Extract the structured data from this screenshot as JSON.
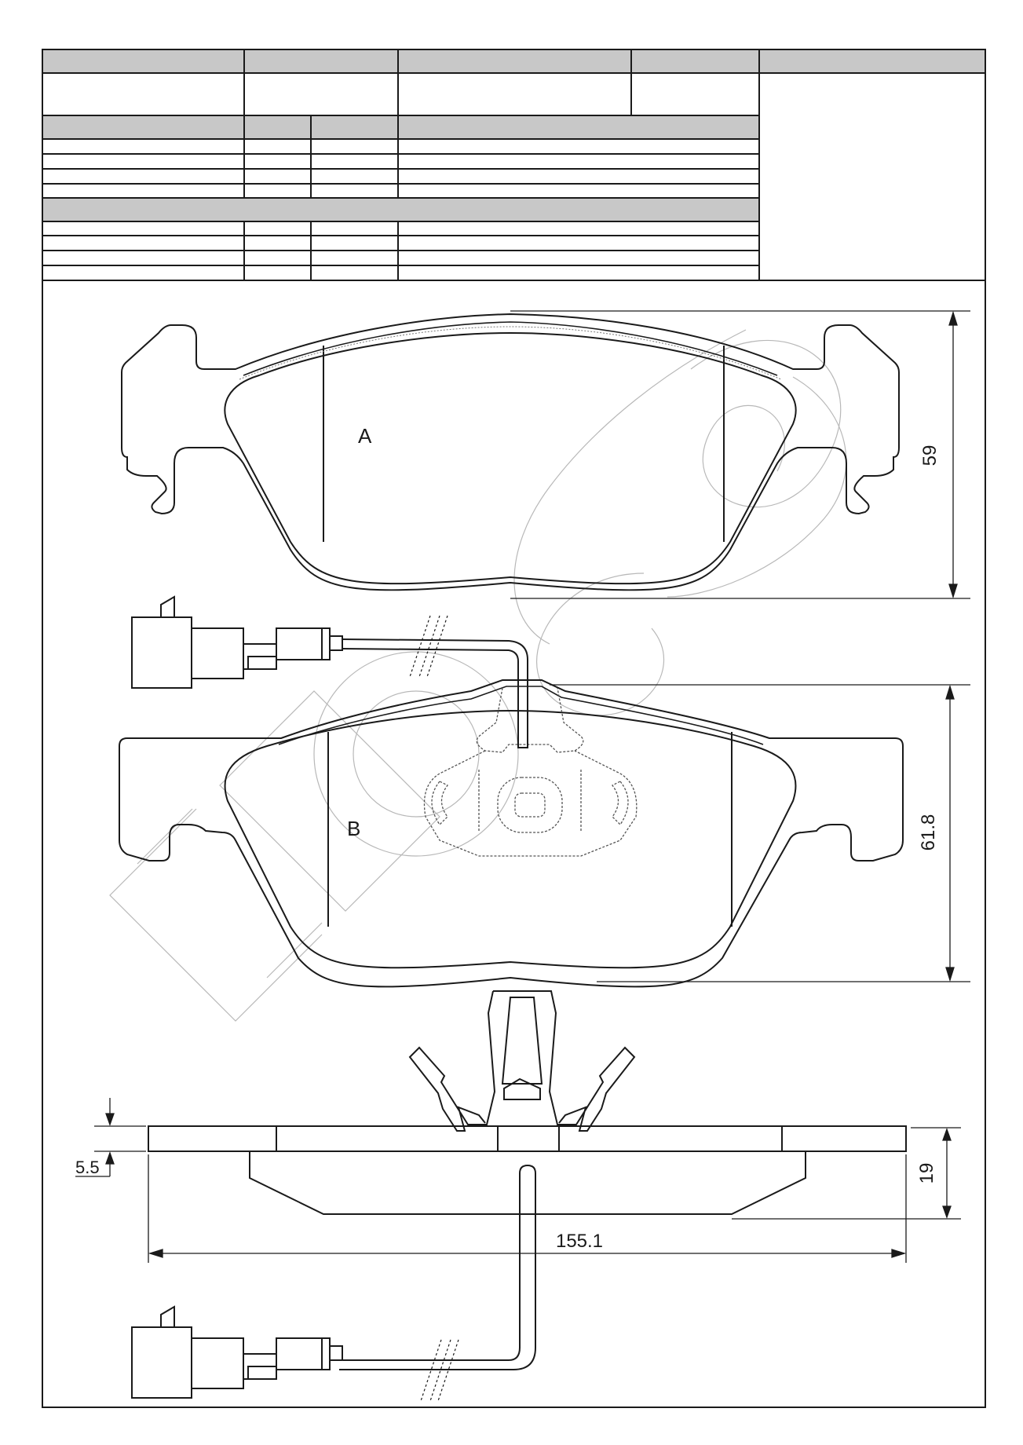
{
  "drawing": {
    "pad_a_label": "A",
    "pad_b_label": "B",
    "dimensions": {
      "height_a": "59",
      "height_b": "61.8",
      "width": "155.1",
      "thickness": "19",
      "backplate": "5.5"
    }
  },
  "colors": {
    "line": "#1a1a1a",
    "header_fill": "#c8c8c8",
    "watermark": "#b8b8b8"
  }
}
